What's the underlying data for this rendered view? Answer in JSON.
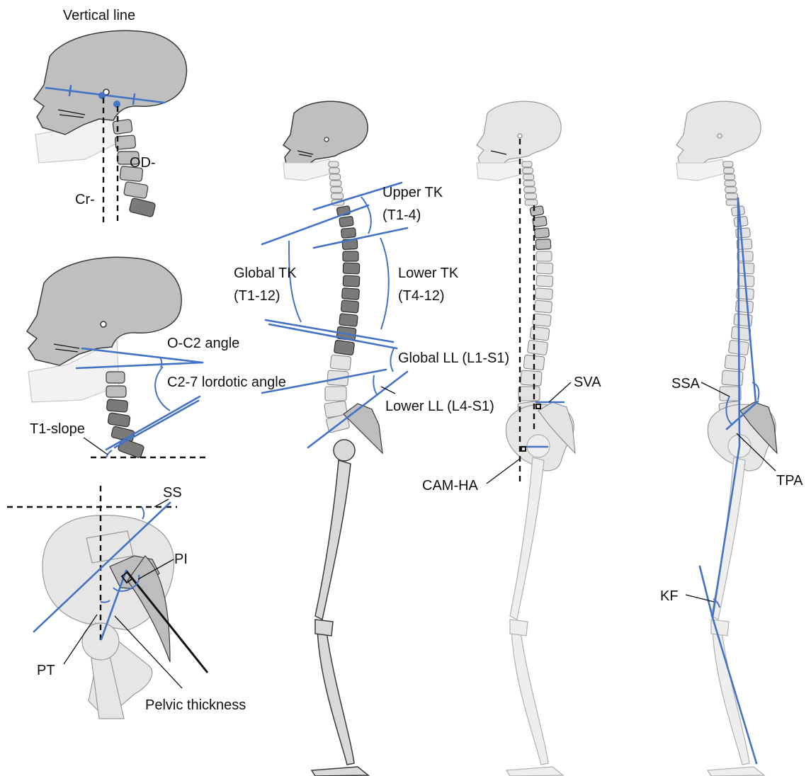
{
  "labels": {
    "vertical_line": "Vertical line",
    "od": "OD-",
    "cr": "Cr-",
    "o_c2_angle": "O-C2 angle",
    "c2_7_lordotic": "C2-7 lordotic angle",
    "t1_slope": "T1-slope",
    "ss": "SS",
    "pi": "PI",
    "pt": "PT",
    "pelvic_thickness": "Pelvic thickness",
    "upper_tk": "Upper TK",
    "upper_tk_range": "(T1-4)",
    "global_tk": "Global TK",
    "global_tk_range": "(T1-12)",
    "lower_tk": "Lower TK",
    "lower_tk_range": "(T4-12)",
    "global_ll": "Global LL (L1-S1)",
    "lower_ll": "Lower LL (L4-S1)",
    "sva": "SVA",
    "cam_ha": "CAM-HA",
    "ssa": "SSA",
    "tpa": "TPA",
    "kf": "KF"
  },
  "colors": {
    "measurement_line": "#4472c4",
    "reference_line": "#111111",
    "bone_primary": "#bfbfbf",
    "bone_faded": "#e6e6e6"
  }
}
